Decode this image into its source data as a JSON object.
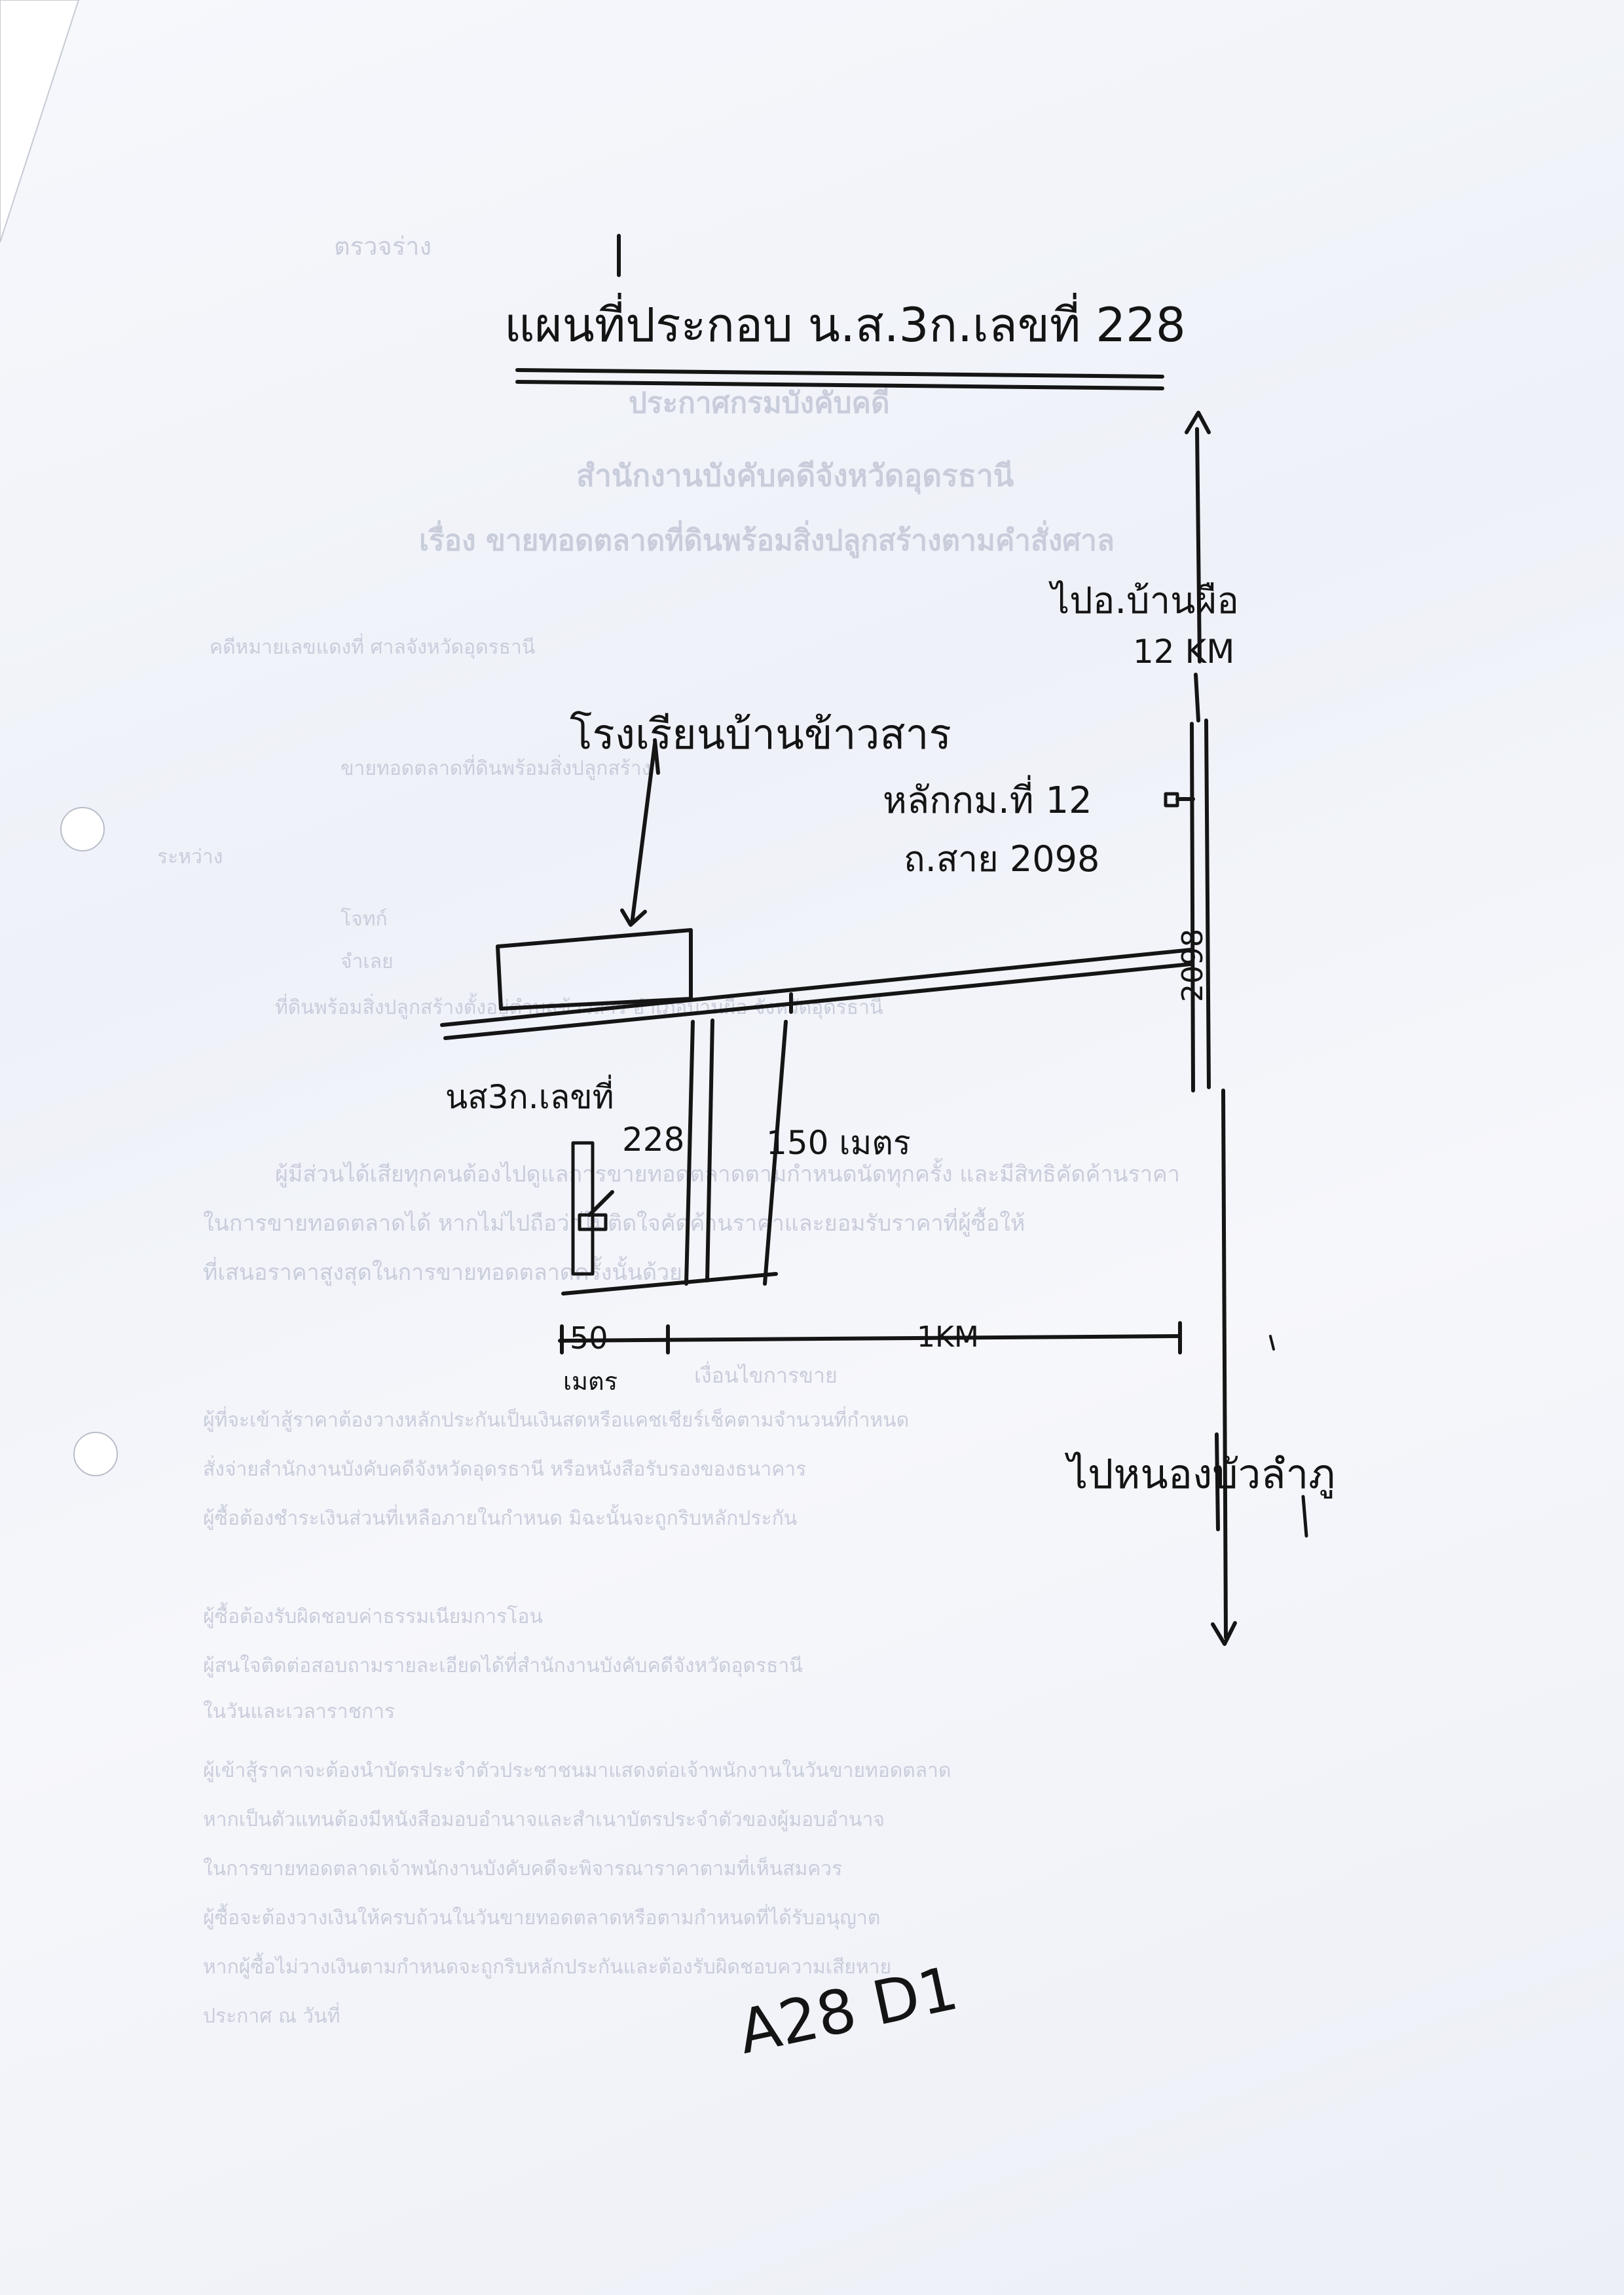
{
  "map": {
    "title": "แผนที่ประกอบ น.ส.3ก.เลขที่ 228",
    "north_label": "ไปอ.บ้านผือ",
    "north_distance": "12 KM",
    "school_label": "โรงเรียนบ้านข้าวสาร",
    "km_post_label": "หลักกม.ที่ 12",
    "road_label": "ถ.สาย 2098",
    "road_number_vertical": "2098",
    "plot_label": "นส3ก.เลขที่",
    "plot_number": "228",
    "distance_label": "150 เมตร",
    "scale_50": "50",
    "scale_50_unit": "เมตร",
    "scale_1km": "1KM",
    "south_label": "ไปหนองบัวลำภู",
    "document_code": "A28 D1"
  },
  "background_text": {
    "heading_1": "ตรวจร่าง",
    "heading_2": "ประกาศกรมบังคับคดี",
    "heading_3": "สำนักงานบังคับคดีจังหวัดอุดรธานี",
    "heading_4": "เรื่อง ขายทอดตลาดที่ดินพร้อมสิ่งปลูกสร้างตามคำสั่งศาล",
    "line_1": "คดีหมายเลขแดงที่  ศาลจังหวัดอุดรธานี",
    "line_2": "ขายทอดตลาดที่ดินพร้อมสิ่งปลูกสร้าง",
    "line_3": "ระหว่าง",
    "line_4": "โจทก์",
    "line_5": "จำเลย",
    "line_6": "ที่ดินพร้อมสิ่งปลูกสร้างตั้งอยู่ตำบลข้าวสาร อำเภอบ้านผือ จังหวัดอุดรธานี",
    "line_7": "ผู้มีส่วนได้เสียทุกคนต้องไปดูแลการขายทอดตลาดตามกำหนดนัดทุกครั้ง และมีสิทธิคัดค้านราคา",
    "line_8": "ในการขายทอดตลาดได้ หากไม่ไปถือว่าไม่ติดใจคัดค้านราคาและยอมรับราคาที่ผู้ซื้อให้",
    "line_9": "ที่เสนอราคาสูงสุดในการขายทอดตลาดครั้งนั้นด้วย",
    "line_10": "เงื่อนไขการขาย",
    "line_11": "ผู้ที่จะเข้าสู้ราคาต้องวางหลักประกันเป็นเงินสดหรือแคชเชียร์เช็คตามจำนวนที่กำหนด",
    "line_12": "สั่งจ่ายสำนักงานบังคับคดีจังหวัดอุดรธานี หรือหนังสือรับรองของธนาคาร",
    "line_13": "ผู้ซื้อต้องชำระเงินส่วนที่เหลือภายในกำหนด มิฉะนั้นจะถูกริบหลักประกัน",
    "line_14": "ผู้ซื้อต้องรับผิดชอบค่าธรรมเนียมการโอน",
    "line_15": "ผู้สนใจติดต่อสอบถามรายละเอียดได้ที่สำนักงานบังคับคดีจังหวัดอุดรธานี",
    "line_16": "ในวันและเวลาราชการ",
    "line_17": "ผู้เข้าสู้ราคาจะต้องนำบัตรประจำตัวประชาชนมาแสดงต่อเจ้าพนักงานในวันขายทอดตลาด",
    "line_18": "หากเป็นตัวแทนต้องมีหนังสือมอบอำนาจและสำเนาบัตรประจำตัวของผู้มอบอำนาจ",
    "line_19": "ในการขายทอดตลาดเจ้าพนักงานบังคับคดีจะพิจารณาราคาตามที่เห็นสมควร",
    "line_20": "ผู้ซื้อจะต้องวางเงินให้ครบถ้วนในวันขายทอดตลาดหรือตามกำหนดที่ได้รับอนุญาต",
    "line_21": "หากผู้ซื้อไม่วางเงินตามกำหนดจะถูกริบหลักประกันและต้องรับผิดชอบความเสียหาย",
    "line_22": "ประกาศ ณ วันที่"
  },
  "colors": {
    "ink": "#151515",
    "faint_print": "#c9cddb",
    "paper": "#f4f6fb"
  }
}
